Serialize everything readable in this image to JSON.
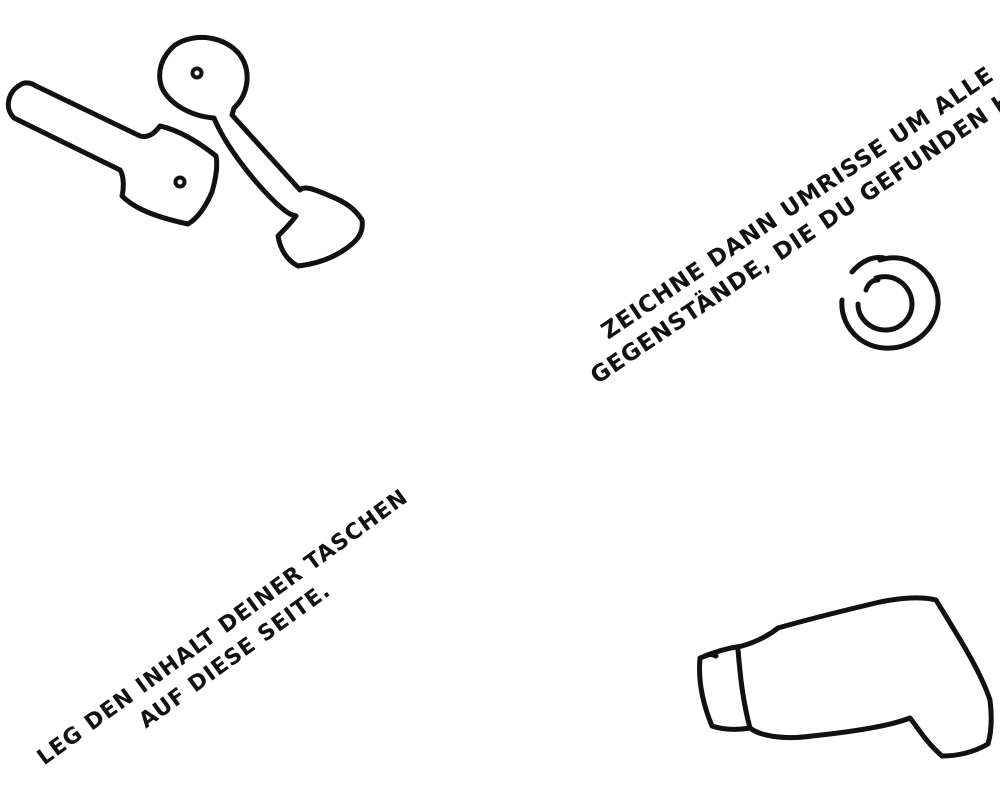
{
  "instructions": {
    "top_line_1": "ZEICHNE DANN UMRISSE UM ALLE",
    "top_line_2": "GEGENSTÄNDE, DIE DU GEFUNDEN HAST.",
    "bottom_line_1": "LEG DEN INHALT DEINER TASCHEN",
    "bottom_line_2": "AUF DIESE SEITE."
  },
  "colors": {
    "ink": "#111111",
    "paper": "#ffffff"
  },
  "icons": {
    "key_left": "key-outline-icon",
    "key_right": "key-outline-icon",
    "coin": "coin-outline-icon",
    "lighter": "lighter-outline-icon"
  }
}
